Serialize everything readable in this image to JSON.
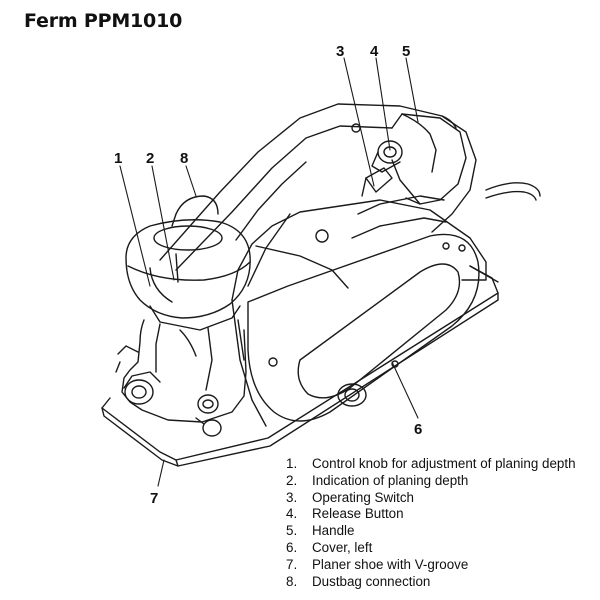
{
  "title": "Ferm PPM1010",
  "callouts": [
    "1",
    "2",
    "3",
    "4",
    "5",
    "6",
    "7",
    "8"
  ],
  "legend": [
    {
      "num": "1.",
      "text": "Control knob for adjustment of planing depth"
    },
    {
      "num": "2.",
      "text": "Indication of planing depth"
    },
    {
      "num": "3.",
      "text": "Operating Switch"
    },
    {
      "num": "4.",
      "text": "Release Button"
    },
    {
      "num": "5.",
      "text": "Handle"
    },
    {
      "num": "6.",
      "text": "Cover, left"
    },
    {
      "num": "7.",
      "text": "Planer shoe with V-groove"
    },
    {
      "num": "8.",
      "text": "Dustbag connection"
    }
  ]
}
